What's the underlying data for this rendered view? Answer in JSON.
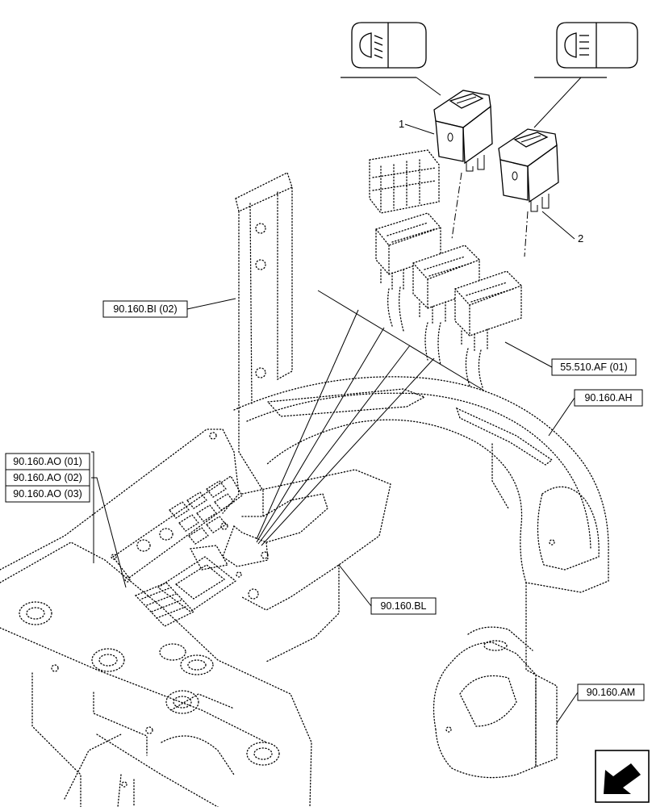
{
  "callouts": {
    "bi": "90.160.BI (02)",
    "af": "55.510.AF (01)",
    "ah": "90.160.AH",
    "ao1": "90.160.AO (01)",
    "ao2": "90.160.AO (02)",
    "ao3": "90.160.AO (03)",
    "bl": "90.160.BL",
    "am": "90.160.AM"
  },
  "items": {
    "item1": "1",
    "item2": "2"
  },
  "symbols": {
    "left": "headlight-dipped-beam-icon",
    "right": "headlight-main-beam-icon"
  },
  "colors": {
    "line": "#000000",
    "background": "#ffffff"
  }
}
